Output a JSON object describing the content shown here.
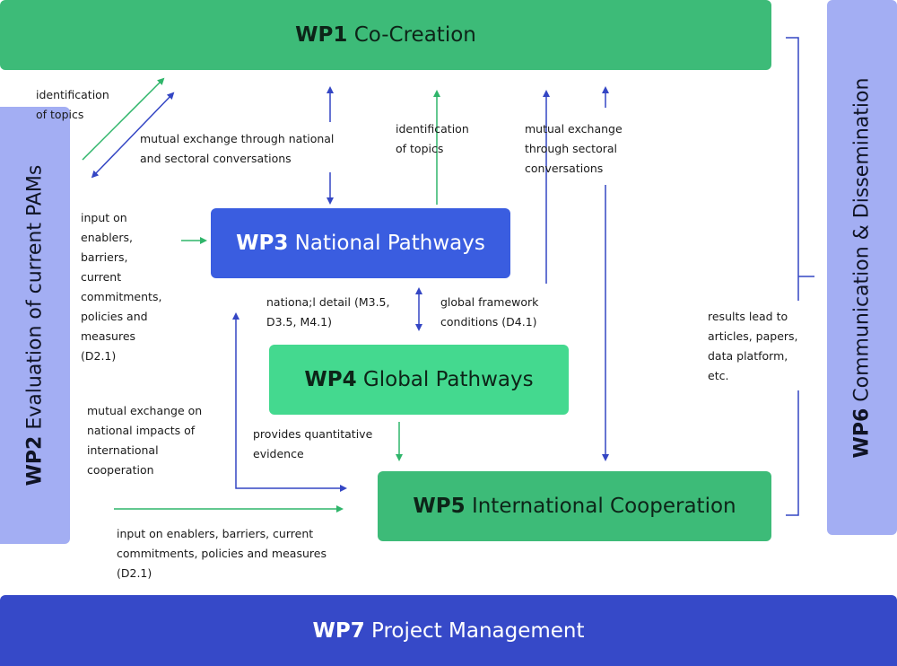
{
  "boxes": {
    "wp1": {
      "code": "WP1",
      "name": "Co-Creation"
    },
    "wp2": {
      "code": "WP2",
      "name": "Evaluation of current PAMs"
    },
    "wp3": {
      "code": "WP3",
      "name": "National Pathways"
    },
    "wp4": {
      "code": "WP4",
      "name": "Global Pathways"
    },
    "wp5": {
      "code": "WP5",
      "name": "International Cooperation"
    },
    "wp6": {
      "code": "WP6",
      "name": "Communication & Dissemination"
    },
    "wp7": {
      "code": "WP7",
      "name": "Project Management"
    }
  },
  "labels": {
    "topics_left": [
      "identification",
      "of topics"
    ],
    "mutual_national": [
      "mutual exchange through national",
      "and sectoral conversations"
    ],
    "topics_center": [
      "identification",
      "of topics"
    ],
    "mutual_sectoral": [
      "mutual exchange",
      "through sectoral",
      "conversations"
    ],
    "input_enablers": [
      "input on",
      "enablers,",
      "barriers,",
      "current",
      "commitments,",
      "policies and",
      "measures",
      "(D2.1)"
    ],
    "national_detail": [
      "nationa;l detail (M3.5,",
      "D3.5, M4.1)"
    ],
    "global_framework": [
      "global framework",
      "conditions (D4.1)"
    ],
    "results_lead": [
      "results lead to",
      "articles, papers,",
      "data platform,",
      "etc."
    ],
    "mutual_impacts": [
      "mutual exchange on",
      "national impacts of",
      "international",
      "cooperation"
    ],
    "provides_evidence": [
      "provides quantitative",
      "evidence"
    ],
    "input_bottom": [
      "input on enablers, barriers, current",
      "commitments, policies and measures",
      "(D2.1)"
    ]
  },
  "colors": {
    "green_box": "#3dbb78",
    "light_green_box": "#44d98f",
    "blue_box": "#3a5de0",
    "lavender_box": "#a3aef3",
    "dark_blue_box": "#3649c8",
    "green_arrow": "#2fb56a",
    "blue_arrow": "#3446c4"
  }
}
